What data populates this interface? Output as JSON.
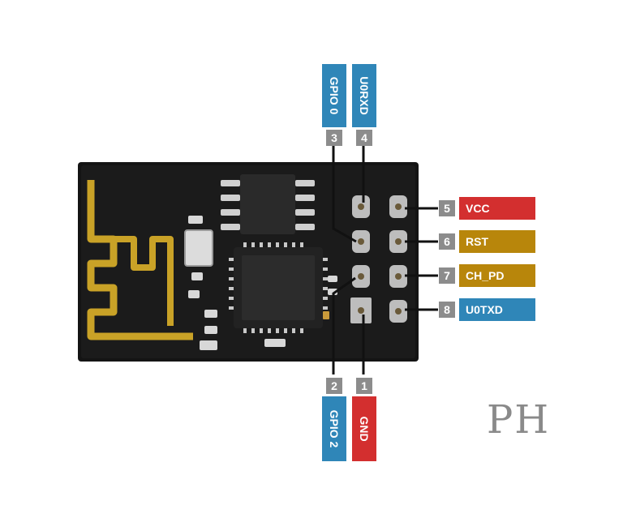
{
  "colors": {
    "red": "#d32f2f",
    "gold": "#b8860b",
    "blue": "#2f86b8",
    "gray": "#8c8c8c"
  },
  "pins": {
    "p1": {
      "num": "1",
      "label": "GND",
      "color": "#d32f2f"
    },
    "p2": {
      "num": "2",
      "label": "GPIO 2",
      "color": "#2f86b8"
    },
    "p3": {
      "num": "3",
      "label": "GPIO 0",
      "color": "#2f86b8"
    },
    "p4": {
      "num": "4",
      "label": "U0RXD",
      "color": "#2f86b8"
    },
    "p5": {
      "num": "5",
      "label": "VCC",
      "color": "#d32f2f"
    },
    "p6": {
      "num": "6",
      "label": "RST",
      "color": "#b8860b"
    },
    "p7": {
      "num": "7",
      "label": "CH_PD",
      "color": "#b8860b"
    },
    "p8": {
      "num": "8",
      "label": "U0TXD",
      "color": "#2f86b8"
    }
  },
  "watermark": "PH"
}
